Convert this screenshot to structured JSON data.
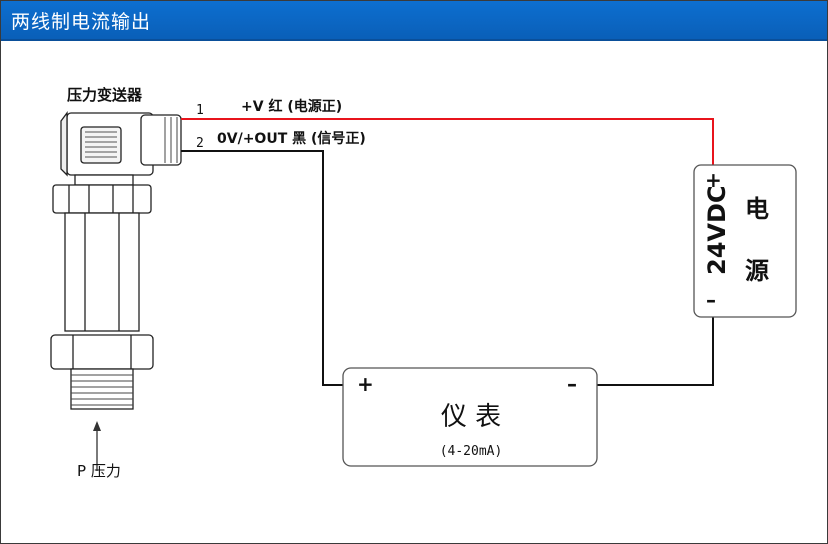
{
  "header": {
    "title": "两线制电流输出"
  },
  "sensor": {
    "label": "压力变送器",
    "pressure_label": "P 压力"
  },
  "wires": [
    {
      "pin": "1",
      "label": "+V 红 (电源正)",
      "color": "#e8141c"
    },
    {
      "pin": "2",
      "label": "0V/+OUT 黑 (信号正)",
      "color": "#111111"
    }
  ],
  "power": {
    "voltage": "24VDC",
    "name_line1": "电",
    "name_line2": "源",
    "plus": "+",
    "minus": "–"
  },
  "meter": {
    "name": "仪 表",
    "range": "(4-20mA)",
    "plus": "+",
    "minus": "–"
  },
  "colors": {
    "title_bar": "#0a63c0",
    "red_wire": "#e8141c",
    "black_wire": "#111111"
  }
}
